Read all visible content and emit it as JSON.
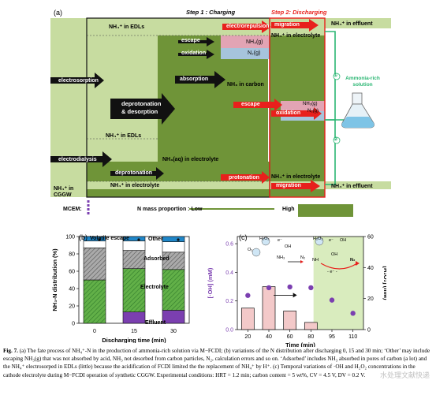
{
  "panel_a": {
    "letter": "(a)",
    "step1": "Step 1 : Charging",
    "step2": "Step 2: Discharging",
    "nh4_in_edls_top": "NH₄⁺ in EDLs",
    "nh4_in_effluent_top": "NH₄⁺ in effluent",
    "electrorepulsion": "electrorepulsion",
    "migration_top": "migration",
    "nh4_in_electrolyte_top": "NH₄⁺ in electrolyte",
    "escape_top": "escape",
    "nh3g_top": "NH₃(g)",
    "oxidation_top": "oxidation",
    "n2g_top": "N₂(g)",
    "electrosorption": "electrosorption",
    "absorption": "absorption",
    "nh3_in_carbon": "NH₃ in carbon",
    "ammonia_rich": "Ammonia-rich solution",
    "deprotonation_desorption": "deprotonation & desorption",
    "escape_mid": "escape",
    "nh3g_mid": "NH₃(g)",
    "oxidation_mid": "oxidation",
    "n2g_mid": "N₂(g)",
    "nh4_in_edls_mid": "NH₄⁺ in EDLs",
    "electrodialysis": "electrodialysis",
    "nh3aq": "NH₃(aq) in electrolyte",
    "deprotonation_bottom": "deprotonation",
    "protonation": "protonation",
    "nh4_in_electrolyte_mid": "NH₄⁺ in electrolyte",
    "nh4_in_electrolyte_bottom": "NH₄⁺ in electrolyte",
    "migration_bottom": "migration",
    "nh4_in_effluent_bottom": "NH₄⁺ in effluent",
    "nh4_in_cggw": "NH₄⁺ in CGGW",
    "mcem": "MCEM:",
    "n_mass_low": "N mass proportion : Low",
    "n_mass_high": "High",
    "circle_1": "①",
    "circle_2": "②",
    "colors": {
      "light_green": "#c7dca0",
      "dark_green": "#6f9438",
      "red_arrow": "#e8201c",
      "pink": "#e2a4b4",
      "blue_pill": "#a6c4dc",
      "black": "#111111",
      "teal": "#2bb673"
    }
  },
  "panel_b": {
    "letter": "(b)",
    "chart_data": {
      "type": "bar",
      "categories": [
        "0",
        "15",
        "30"
      ],
      "xlabel": "Discharging time (min)",
      "ylabel": "NH₃-N distribution (%)",
      "ylim": [
        0,
        100
      ],
      "yticks": [
        "0",
        "20",
        "40",
        "60",
        "80",
        "100"
      ],
      "series": [
        {
          "name": "Effluent",
          "values": [
            0,
            13,
            15
          ],
          "color": "#7b3fb0"
        },
        {
          "name": "Electrolyte",
          "values": [
            50,
            50,
            47
          ],
          "color": "#62b048"
        },
        {
          "name": "Adsorbed",
          "values": [
            37,
            21,
            20
          ],
          "color": "#aaaaaa"
        },
        {
          "name": "Other",
          "values": [
            8,
            11,
            12
          ],
          "color": "#ffffff"
        },
        {
          "name": "Volatile escape",
          "values": [
            5,
            5,
            6
          ],
          "color": "#1f86c8"
        }
      ],
      "labels": {
        "volatile": "Volatile escape",
        "other": "Other",
        "adsorbed": "Adsorbed",
        "electrolyte": "Electrolyte",
        "effluent": "Effluent"
      }
    }
  },
  "panel_c": {
    "letter": "(c)",
    "chart_data": {
      "type": "bar",
      "categories": [
        "20",
        "40",
        "60",
        "80",
        "95",
        "110"
      ],
      "xlabel": "Time (min)",
      "ylabel_left": "[·OH] (mM)",
      "ylabel_right": "[H₂O₂] (mM)",
      "ylim_left": [
        0,
        0.65
      ],
      "ylim_right": [
        0,
        60
      ],
      "yticks_left": [
        "0.0",
        "0.2",
        "0.4",
        "0.6"
      ],
      "yticks_right": [
        "0",
        "20",
        "40",
        "60"
      ],
      "series": [
        {
          "name": "[·OH]",
          "values": [
            0.15,
            0.3,
            0.13,
            0.05,
            null,
            null
          ]
        },
        {
          "name": "[H₂O₂]",
          "values": [
            22.0,
            27.0,
            27.5,
            27.0,
            19.0,
            10.5
          ]
        }
      ],
      "inset_labels": {
        "h2o2": "H₂O₂",
        "o2": "O₂",
        "e": "e⁻",
        "oh": "OH",
        "nh3": "NH₃",
        "n2": "N₂",
        "nh": "NH",
        "e_minus": "- e⁻ -"
      }
    }
  },
  "caption": {
    "fig": "Fig. 7.",
    "text": " (a) The fate process of NH₄⁺-N in the production of ammonia-rich solution via M−FCDI; (b) variations of the N distribution after discharging 0, 15 and 30 min; ‘Other’ may include escaping NH₃(g) that was not absorbed by acid, NH₃ not desorbed from carbon particles, N₂, calculation errors and so on. ‘Adsorbed’ includes NH₃ absorbed in pores of carbon (a lot) and the NH₄⁺ electrosorped in EDLs (little) because the acidification of FCDI limited the the replacement of NH₄⁺ by H⁺. (c) Temporal variations of ·OH and H₂O₂ concentrations in the cathode electrolyte during M−FCDI operation of synthetic CGGW. Experimental conditions: HRT = 1.2 min; carbon content = 5 wt%, CV = 4.5 V, DV = 0.2 V."
  },
  "watermark": "水处理文献快递"
}
